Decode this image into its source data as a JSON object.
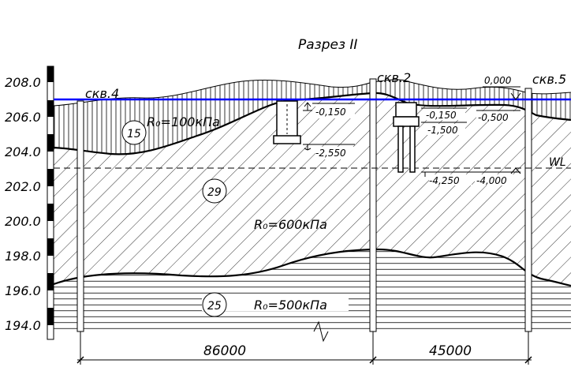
{
  "title": "Разрез II",
  "elevation_scale": [
    "208.0",
    "206.0",
    "204.0",
    "202.0",
    "200.0",
    "198.0",
    "196.0",
    "194.0"
  ],
  "boreholes": [
    {
      "label": "скв.4"
    },
    {
      "label": "скв.2"
    },
    {
      "label": "скв.5"
    }
  ],
  "layers": [
    {
      "number": "15",
      "resistance": "R₀=100кПа"
    },
    {
      "number": "29",
      "resistance": "R₀=600кПа"
    },
    {
      "number": "25",
      "resistance": "R₀=500кПа"
    }
  ],
  "water_level": "WL",
  "foundation_marks": {
    "left_top": "-0,150",
    "left_bottom": "-2,550",
    "right_top": "-0,150",
    "right_mid": "-1,500",
    "right_pile_tip": "-4,250",
    "right_top_ground": "0,000",
    "right_side_top": "-0,500",
    "right_side_bottom": "-4,000"
  },
  "dimensions": [
    "86000",
    "45000"
  ],
  "colors": {
    "design_level_line": "#0000ff",
    "lines": "#000000",
    "background": "#ffffff"
  }
}
